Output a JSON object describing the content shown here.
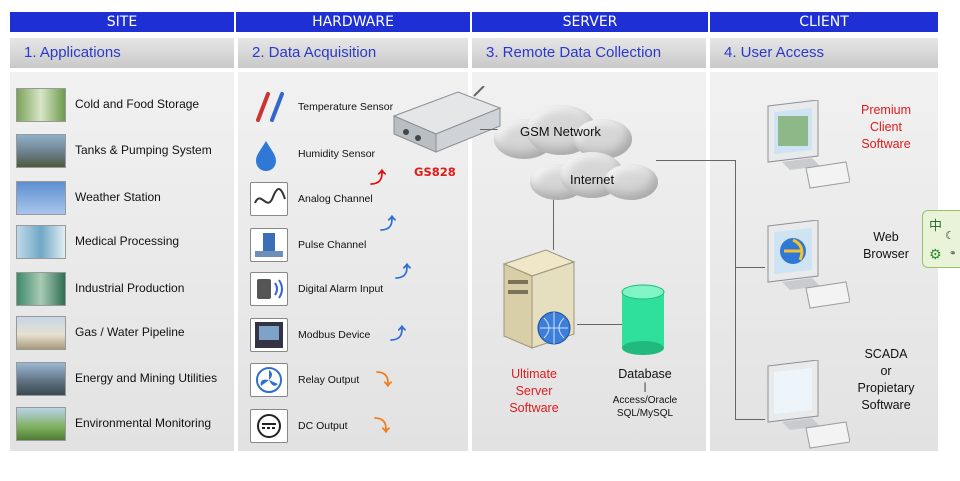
{
  "banners": {
    "site": "SITE",
    "hardware": "HARDWARE",
    "server": "SERVER",
    "client": "CLIENT"
  },
  "columns": {
    "applications": "1. Applications",
    "acquisition": "2. Data Acquisition",
    "collection": "3. Remote Data Collection",
    "access": "4. User Access"
  },
  "applications": [
    "Cold and Food Storage",
    "Tanks & Pumping System",
    "Weather Station",
    "Medical Processing",
    "Industrial Production",
    "Gas / Water Pipeline",
    "Energy and Mining Utilities",
    "Environmental Monitoring"
  ],
  "hardware": [
    "Temperature Sensor",
    "Humidity Sensor",
    "Analog Channel",
    "Pulse Channel",
    "Digital Alarm Input",
    "Modbus Device",
    "Relay Output",
    "DC Output"
  ],
  "device_label": "GS828",
  "network": {
    "gsm": "GSM Network",
    "internet": "Internet"
  },
  "server": {
    "line1": "Ultimate",
    "line2": "Server",
    "line3": "Software"
  },
  "database": {
    "title": "Database",
    "sep": "|",
    "line1": "Access/Oracle",
    "line2": "SQL/MySQL"
  },
  "clients": {
    "premium": {
      "line1": "Premium",
      "line2": "Client",
      "line3": "Software"
    },
    "web": {
      "line1": "Web",
      "line2": "Browser"
    },
    "scada": {
      "line1": "SCADA",
      "line2": "or",
      "line3": "Propietary",
      "line4": "Software"
    }
  },
  "widget": {
    "char": "中"
  },
  "colors": {
    "banner": "#1f2fd6",
    "heading": "#2a39c9",
    "highlight": "#e01b1b"
  }
}
